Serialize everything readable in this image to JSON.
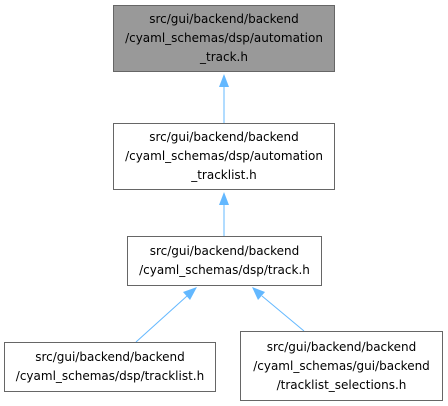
{
  "diagram": {
    "edge_color": "#63b8ff",
    "focus_fill": "#999999",
    "border_color": "#666666",
    "nodes": [
      {
        "id": "automation_track",
        "lines": [
          "src/gui/backend/backend",
          "/cyaml_schemas/dsp/automation",
          "_track.h"
        ],
        "highlighted": true
      },
      {
        "id": "automation_tracklist",
        "lines": [
          "src/gui/backend/backend",
          "/cyaml_schemas/dsp/automation",
          "_tracklist.h"
        ],
        "highlighted": false
      },
      {
        "id": "track",
        "lines": [
          "src/gui/backend/backend",
          "/cyaml_schemas/dsp/track.h"
        ],
        "highlighted": false
      },
      {
        "id": "tracklist",
        "lines": [
          "src/gui/backend/backend",
          "/cyaml_schemas/dsp/tracklist.h"
        ],
        "highlighted": false
      },
      {
        "id": "tracklist_selections",
        "lines": [
          "src/gui/backend/backend",
          "/cyaml_schemas/gui/backend",
          "/tracklist_selections.h"
        ],
        "highlighted": false
      }
    ],
    "edges": [
      {
        "from": "automation_tracklist",
        "to": "automation_track"
      },
      {
        "from": "track",
        "to": "automation_tracklist"
      },
      {
        "from": "tracklist",
        "to": "track"
      },
      {
        "from": "tracklist_selections",
        "to": "track"
      }
    ]
  }
}
